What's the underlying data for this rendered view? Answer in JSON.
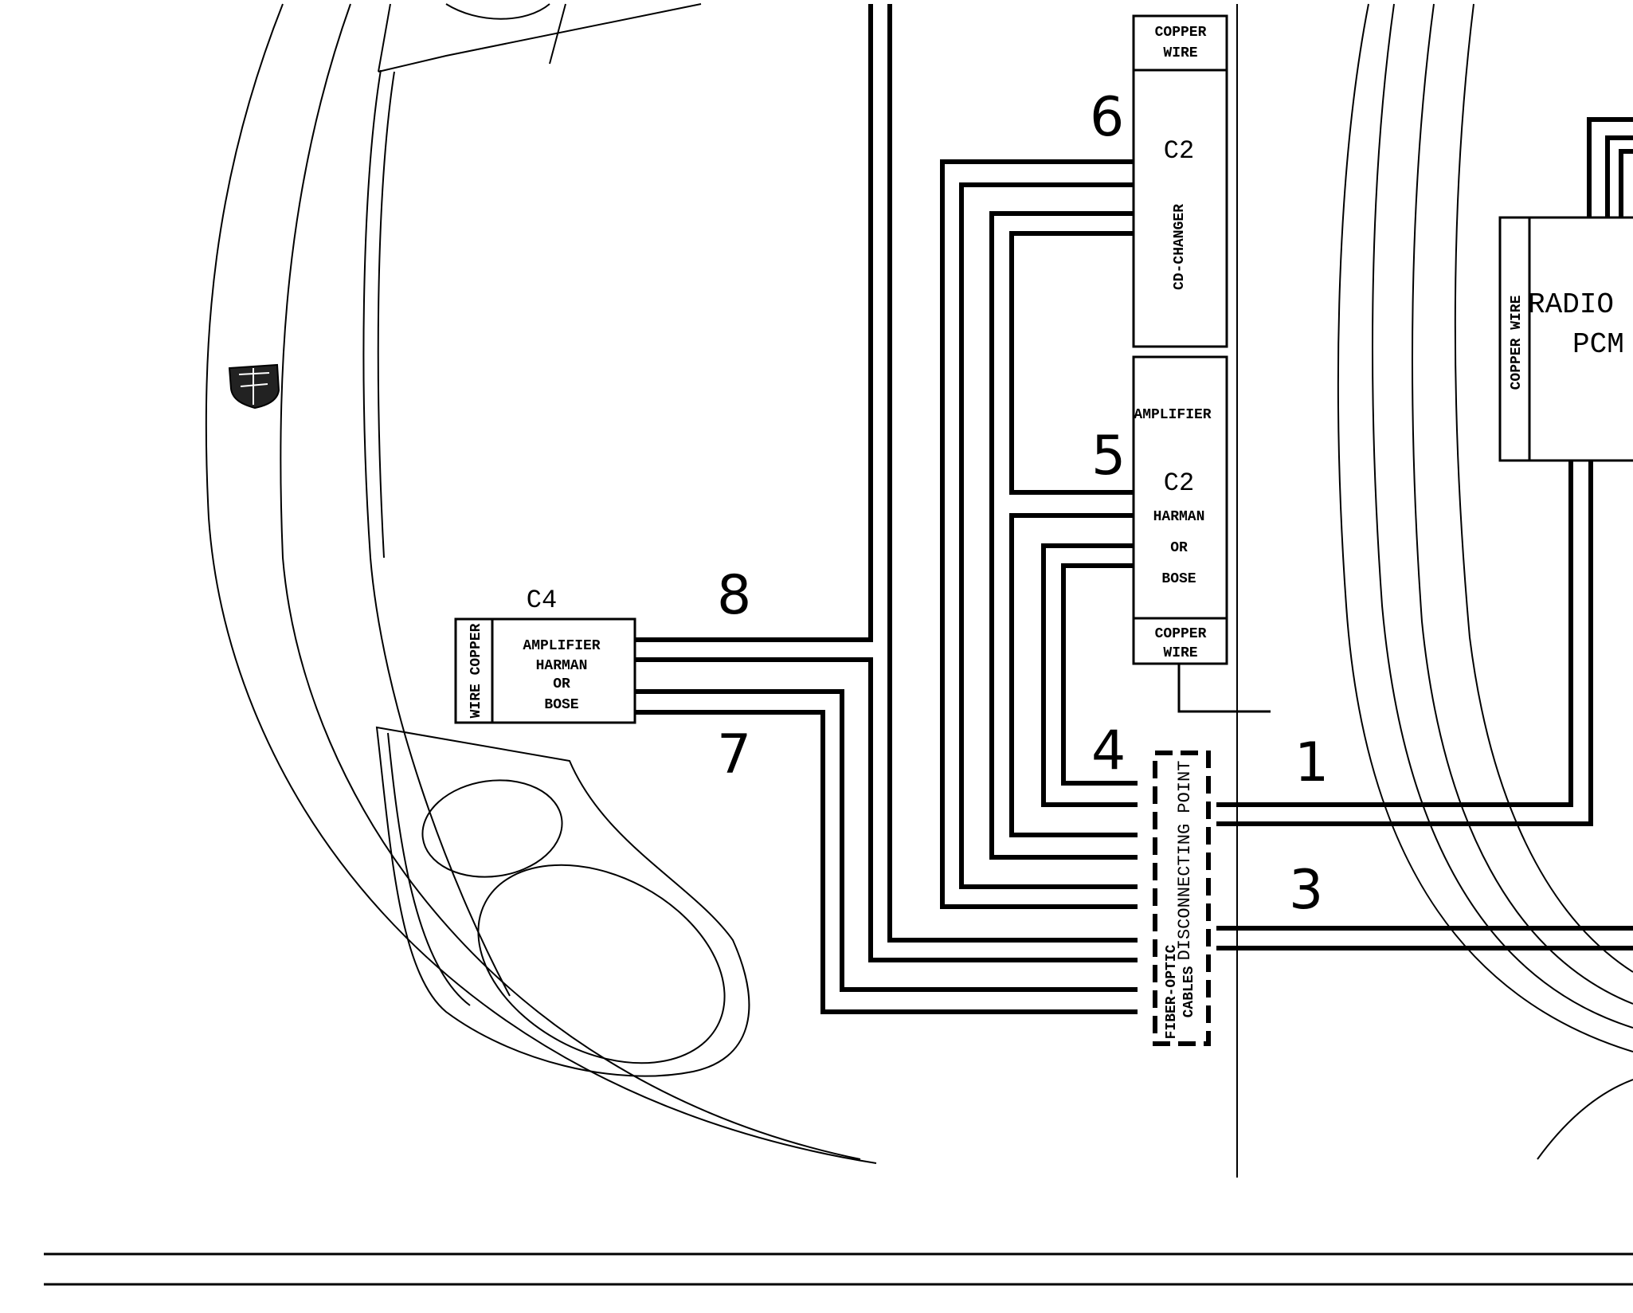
{
  "labels": {
    "copper_wire_top_1": "COPPER",
    "copper_wire_top_2": "WIRE",
    "cd_c2": "C2",
    "cd_changer": "CD-CHANGER",
    "amp_title": "AMPLIFIER",
    "amp_c2": "C2",
    "amp_harman": "HARMAN",
    "amp_or": "OR",
    "amp_bose": "BOSE",
    "copper_wire_bot_1": "COPPER",
    "copper_wire_bot_2": "WIRE",
    "c4": "C4",
    "c4_side": "WIRE COPPER",
    "c4_line1": "AMPLIFIER",
    "c4_line2": "HARMAN",
    "c4_line3": "OR",
    "c4_line4": "BOSE",
    "disconnecting_point": "DISCONNECTING POINT",
    "fiber_optic_1": "FIBER-OPTIC",
    "fiber_optic_2": "CABLES",
    "radio": "RADIO",
    "pcm": "PCM",
    "radio_side": "COPPER WIRE"
  },
  "numbers": {
    "n1": "1",
    "n3": "3",
    "n4": "4",
    "n5": "5",
    "n6": "6",
    "n7": "7",
    "n8": "8"
  }
}
